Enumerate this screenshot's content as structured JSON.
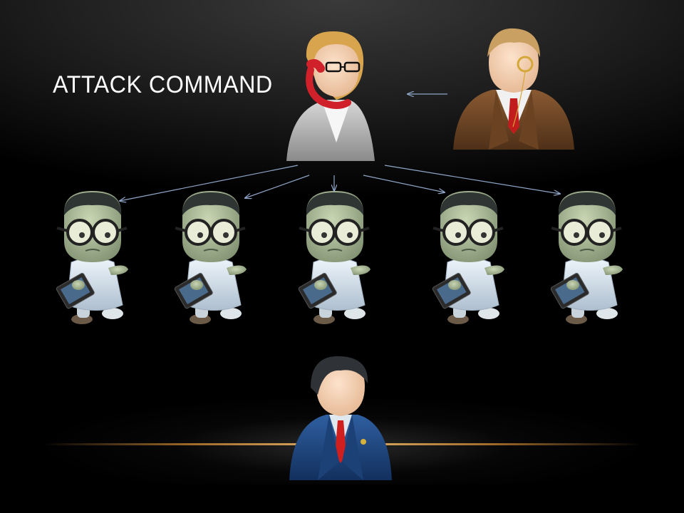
{
  "slide": {
    "title": "ATTACK COMMAND"
  },
  "figures": [
    {
      "name": "operator-woman-on-phone-icon",
      "role": "operator"
    },
    {
      "name": "handler-monocle-man-icon",
      "role": "handler"
    },
    {
      "name": "zombie-bot-icon-1",
      "role": "bot"
    },
    {
      "name": "zombie-bot-icon-2",
      "role": "bot"
    },
    {
      "name": "zombie-bot-icon-3",
      "role": "bot"
    },
    {
      "name": "zombie-bot-icon-4",
      "role": "bot"
    },
    {
      "name": "zombie-bot-icon-5",
      "role": "bot"
    },
    {
      "name": "businessman-target-icon",
      "role": "target"
    }
  ],
  "colors": {
    "arrow": "#8fa6c8",
    "floor_line": "#e6b46a",
    "title": "#ffffff"
  }
}
